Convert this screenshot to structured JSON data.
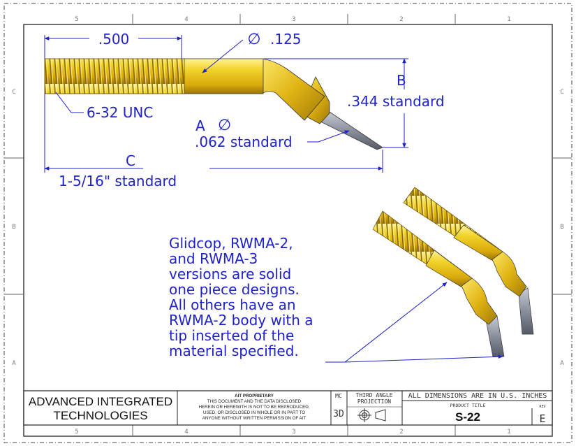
{
  "drawing": {
    "zones_top": [
      "5",
      "4",
      "3",
      "2",
      "1"
    ],
    "zones_bottom": [
      "5",
      "4",
      "3",
      "2",
      "1"
    ],
    "rows_left": [
      "C",
      "B",
      "A"
    ],
    "rows_right": [
      "C",
      "B",
      "A"
    ]
  },
  "dimensions": {
    "thread_length": ".500",
    "diameter_symbol": "∅",
    "body_diameter": ".125",
    "thread_spec": "6-32 UNC",
    "b_label": "B",
    "b_value": ".344 standard",
    "a_label": "A",
    "a_symbol": "∅",
    "a_value": ".062 standard",
    "c_label": "C",
    "c_value": "1-5/16\" standard"
  },
  "note_lines": [
    "Glidcop, RWMA-2,",
    "and RWMA-3",
    "versions are solid",
    "one piece designs.",
    "All others have an",
    "RWMA-2 body with a",
    "tip inserted of the",
    "material specified."
  ],
  "title_block": {
    "company_line1": "ADVANCED INTEGRATED",
    "company_line2": "TECHNOLOGIES",
    "proprietary_title": "AIT PROPRIETARY",
    "proprietary_lines": [
      "THIS DOCUMENT AND THE DATA DISCLOSED",
      "HEREIN OR HEREWITH IS NOT TO BE REPRODUCED,",
      "USED, OR DISCLOSED IN WHOLE OR IN PART TO",
      "ANYONE WITHOUT WRITTEN PERMISSION OF AIT"
    ],
    "mc_label": "MC",
    "mc_value": "3D",
    "projection_line1": "THIRD ANGLE",
    "projection_line2": "PROJECTION",
    "units_note": "ALL DIMENSIONS ARE IN U.S. INCHES",
    "product_title_label": "PRODUCT TITLE",
    "product_title": "S-22",
    "rev_label": "REV",
    "rev_value": "E"
  },
  "colors": {
    "dimension_blue": "#1f22c8",
    "gold": "#e8c21a",
    "gold_dark": "#a8840a",
    "tip_gray": "#8e93a0"
  }
}
